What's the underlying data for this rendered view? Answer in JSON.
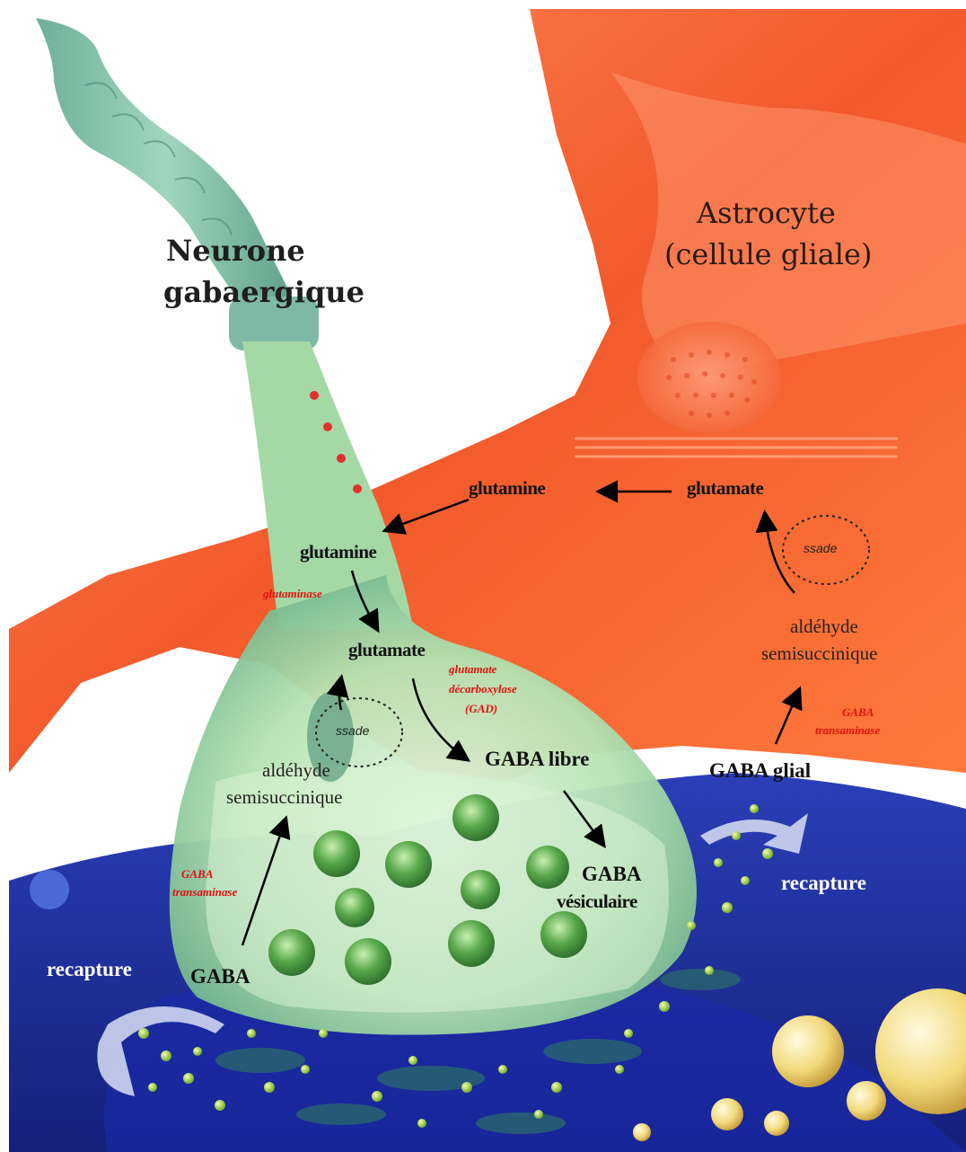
{
  "neuron": {
    "title_line1": "Neurone",
    "title_line2": "gabaergique"
  },
  "astrocyte": {
    "title_line1": "Astrocyte",
    "title_line2": "(cellule gliale)"
  },
  "labels": {
    "glutamine_astro": "glutamine",
    "glutamate_astro": "glutamate",
    "ssadh_astro": "ssade",
    "aldehyde_astro_1": "aldéhyde",
    "aldehyde_astro_2": "semisuccinique",
    "gaba_t_astro_1": "GABA",
    "gaba_t_astro_2": "transaminase",
    "gaba_glial": "GABA glial",
    "recapture_right": "recapture",
    "glutamine_neuron": "glutamine",
    "glutaminase": "glutaminase",
    "glutamate_neuron": "glutamate",
    "gad_1": "glutamate",
    "gad_2": "décarboxylase",
    "gad_3": "(GAD)",
    "ssadh_neuron": "ssade",
    "aldehyde_neuron_1": "aldéhyde",
    "aldehyde_neuron_2": "semisuccinique",
    "gaba_libre": "GABA libre",
    "gaba_vesicular_1": "GABA",
    "gaba_vesicular_2": "vésiculaire",
    "gaba_t_neuron_1": "GABA",
    "gaba_t_neuron_2": "transaminase",
    "recapture_left": "recapture",
    "gaba_neuron": "GABA"
  },
  "colors": {
    "astrocyte": "#f25a2c",
    "astrocyte_light": "#ffb08a",
    "neuron_green": "#a9dba7",
    "neuron_dark": "#5f9f8e",
    "synaptic_blue": "#1f2f9a",
    "vesicle_green": "#2f8a2a",
    "dot_yellow": "#c9e25a",
    "enzyme_red": "#e01010"
  }
}
